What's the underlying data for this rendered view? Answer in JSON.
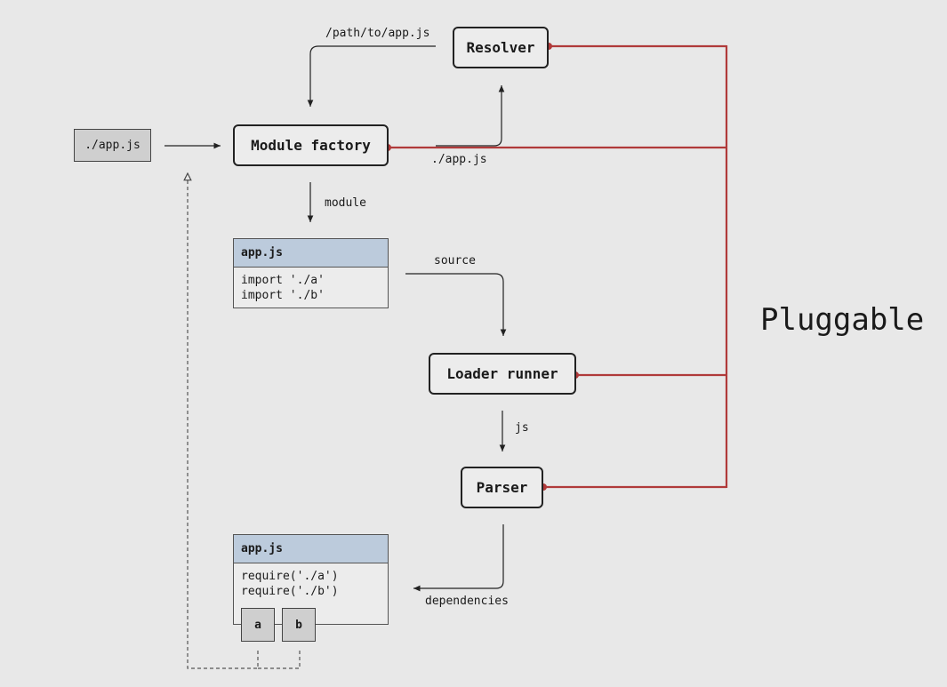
{
  "input_file": "./app.js",
  "nodes": {
    "resolver": "Resolver",
    "module_factory": "Module factory",
    "loader_runner": "Loader runner",
    "parser": "Parser"
  },
  "edge_labels": {
    "resolved_path": "/path/to/app.js",
    "request": "./app.js",
    "module": "module",
    "source": "source",
    "js": "js",
    "dependencies": "dependencies"
  },
  "module_before": {
    "title": "app.js",
    "lines": [
      "import './a'",
      "import './b'"
    ]
  },
  "module_after": {
    "title": "app.js",
    "lines": [
      "require('./a')",
      "require('./b')"
    ],
    "deps": [
      "a",
      "b"
    ]
  },
  "side_label": "Pluggable",
  "colors": {
    "plug_line": "#b03a3a",
    "header": "#bccbdc",
    "background": "#e8e8e8"
  }
}
